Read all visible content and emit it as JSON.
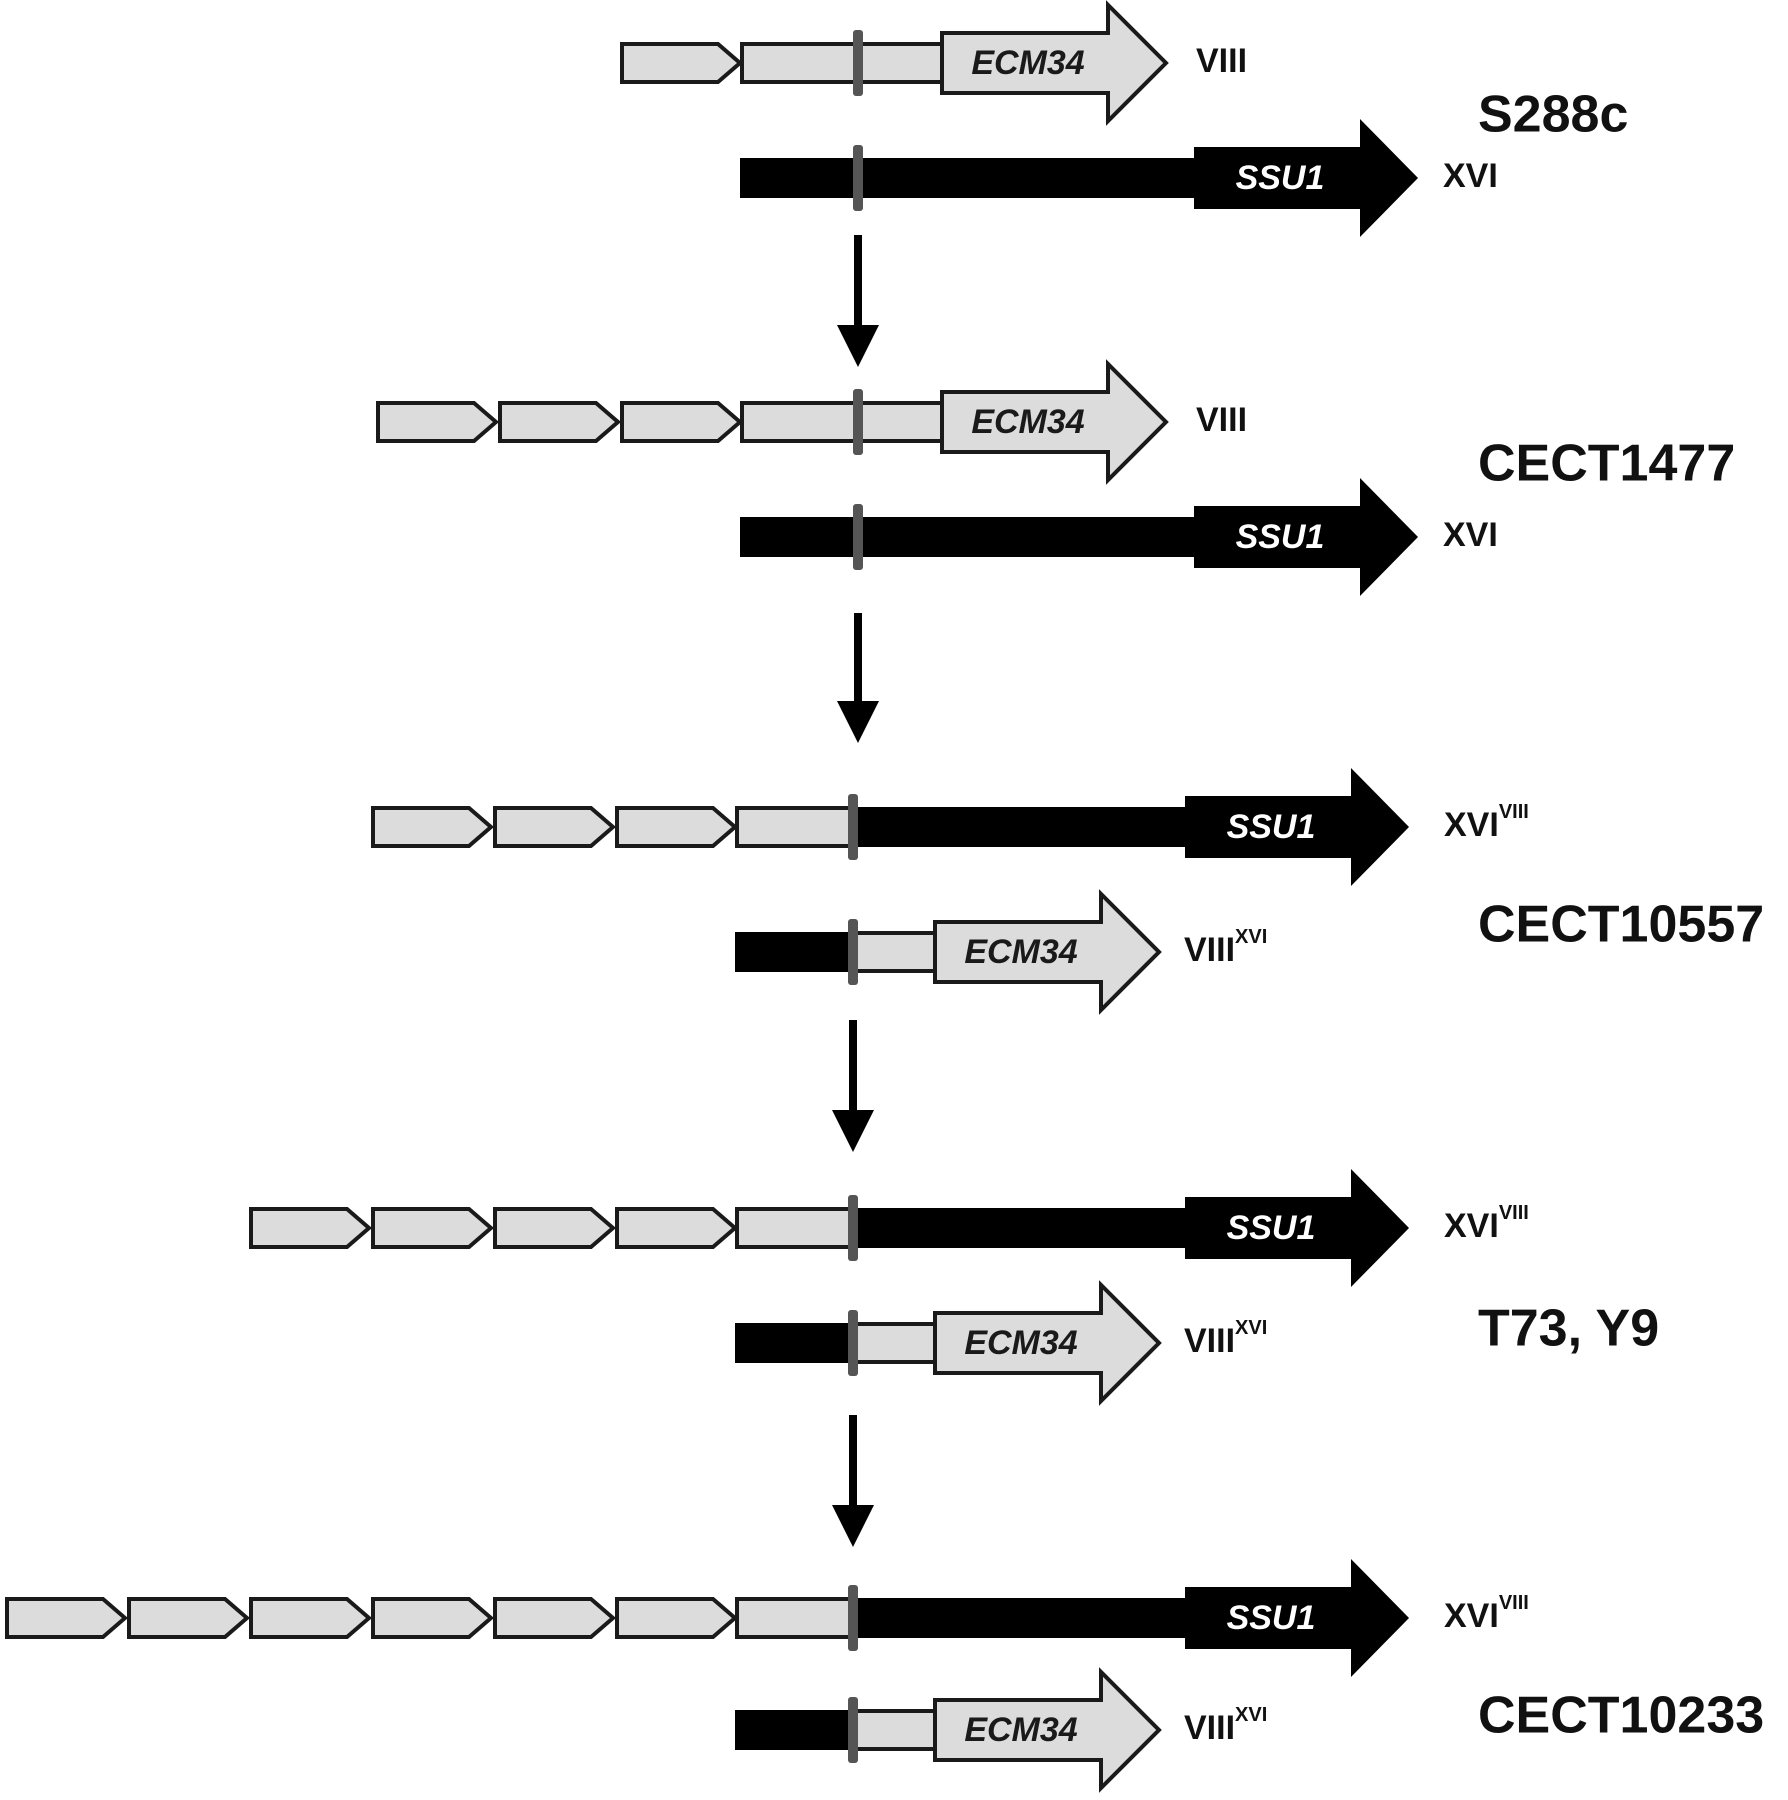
{
  "figure": {
    "colors": {
      "light_gene_fill": "#dcdcdc",
      "outline": "#1a1a1a",
      "dark_segment": "#000000",
      "breakpoint": "#555555",
      "ssu1_text": "#ffffff",
      "ecm34_text": "#1a1a1a"
    },
    "genes": {
      "ecm34": "ECM34",
      "ssu1": "SSU1"
    },
    "strains": [
      {
        "name": "S288c",
        "top": {
          "label": "VIII",
          "sup": "",
          "upstream_repeats": 1,
          "type": "ecm34"
        },
        "bottom": {
          "label": "XVI",
          "sup": "",
          "type": "ssu1"
        }
      },
      {
        "name": "CECT1477",
        "top": {
          "label": "VIII",
          "sup": "",
          "upstream_repeats": 3,
          "type": "ecm34"
        },
        "bottom": {
          "label": "XVI",
          "sup": "",
          "type": "ssu1"
        }
      },
      {
        "name": "CECT10557",
        "top": {
          "label": "XVI",
          "sup": "VIII",
          "upstream_repeats": 3,
          "type": "translocated-ssu1"
        },
        "bottom": {
          "label": "VIII",
          "sup": "XVI",
          "type": "translocated-ecm34"
        }
      },
      {
        "name": "T73, Y9",
        "top": {
          "label": "XVI",
          "sup": "VIII",
          "upstream_repeats": 4,
          "type": "translocated-ssu1"
        },
        "bottom": {
          "label": "VIII",
          "sup": "XVI",
          "type": "translocated-ecm34"
        }
      },
      {
        "name": "CECT10233",
        "top": {
          "label": "XVI",
          "sup": "VIII",
          "upstream_repeats": 6,
          "type": "translocated-ssu1"
        },
        "bottom": {
          "label": "VIII",
          "sup": "XVI",
          "type": "translocated-ecm34"
        }
      }
    ],
    "transitions": 4
  }
}
